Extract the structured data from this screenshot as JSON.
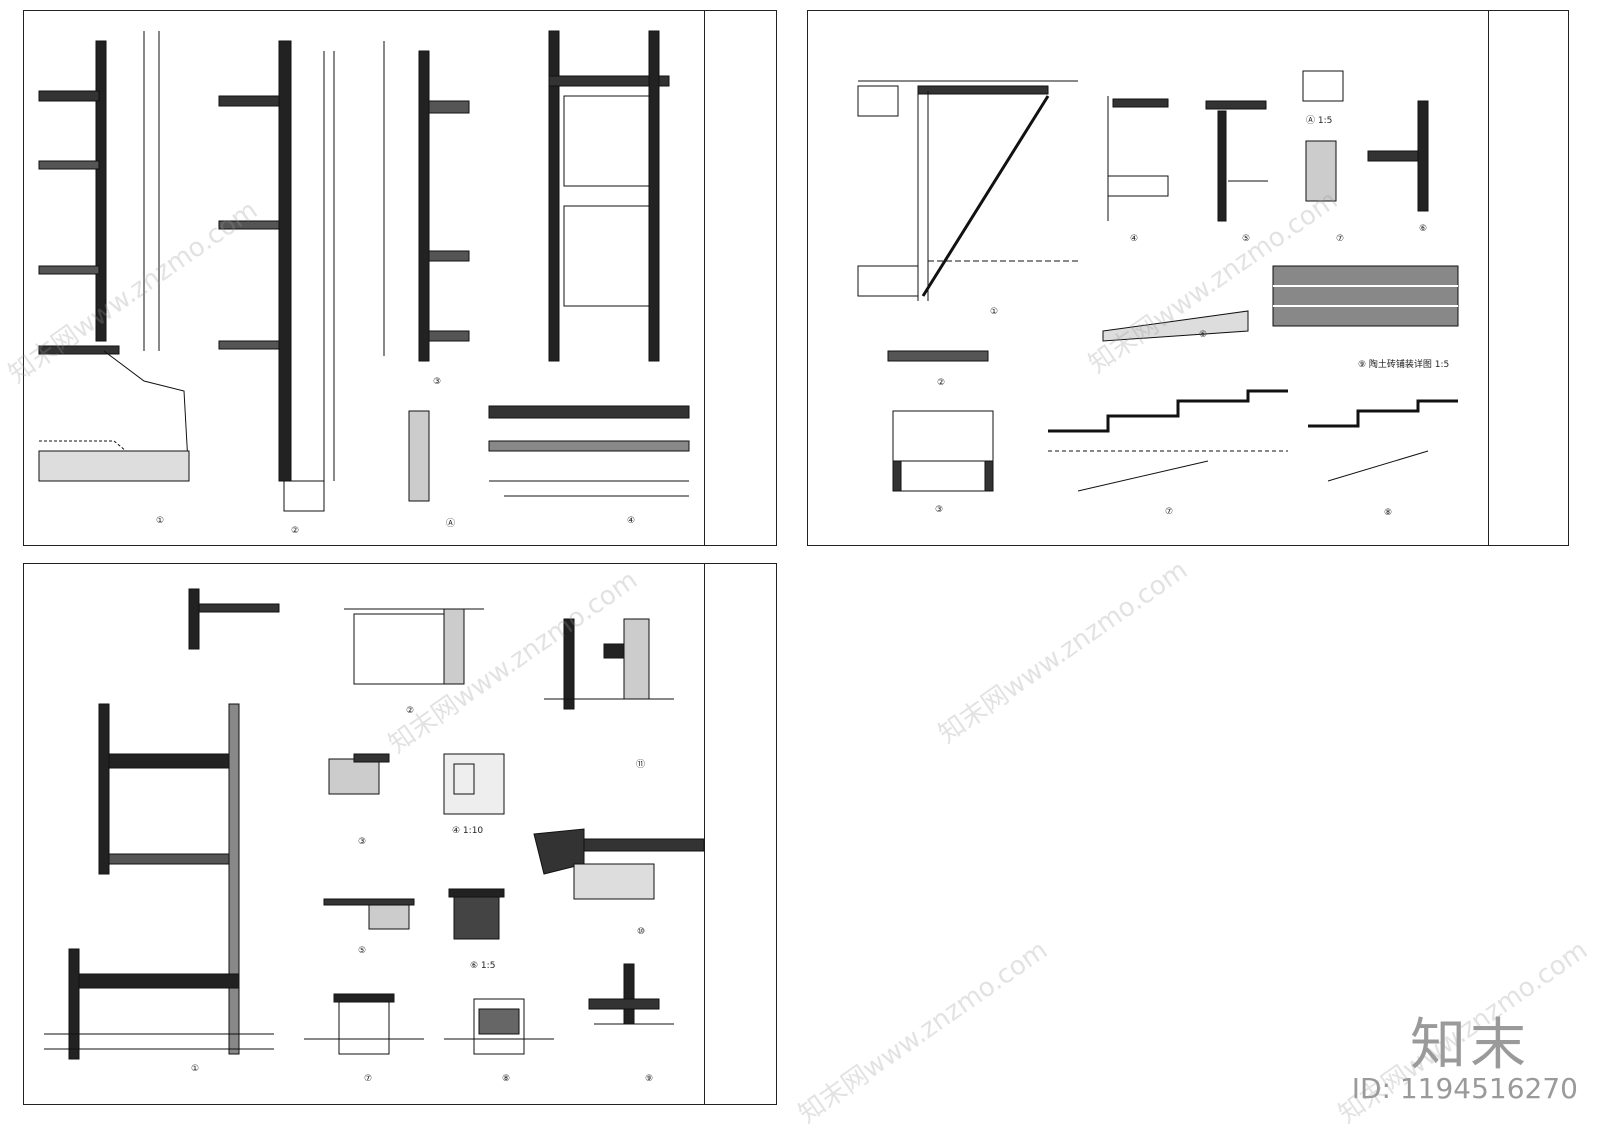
{
  "watermark": {
    "text": "知末网www.znzmo.com"
  },
  "brand": {
    "logo_text": "知末",
    "id_text": "ID: 1194516270"
  },
  "sheets": [
    {
      "id": "sheet-1",
      "callouts": [
        "①",
        "②",
        "Ⓐ",
        "③",
        "④"
      ]
    },
    {
      "id": "sheet-2",
      "callouts": [
        "①",
        "②",
        "③",
        "④",
        "⑤",
        "⑦",
        "⑥",
        "⑥",
        "⑦",
        "⑧"
      ],
      "caption_a": "Ⓐ 1:5",
      "caption_9": "⑨ 陶土砖铺装详图 1:5"
    },
    {
      "id": "sheet-3",
      "callouts": [
        "①",
        "②",
        "③",
        "④ 1:10",
        "⑤",
        "⑥ 1:5",
        "⑦",
        "⑧",
        "⑨",
        "⑩",
        "⑪"
      ]
    }
  ]
}
